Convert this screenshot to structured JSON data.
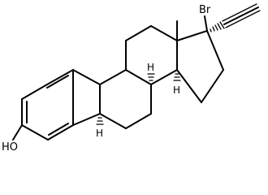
{
  "molecule": {
    "labels": {
      "hydroxyl": "HO",
      "bromine": "Br",
      "h9": "H",
      "h8": "H",
      "h14": "H"
    }
  }
}
